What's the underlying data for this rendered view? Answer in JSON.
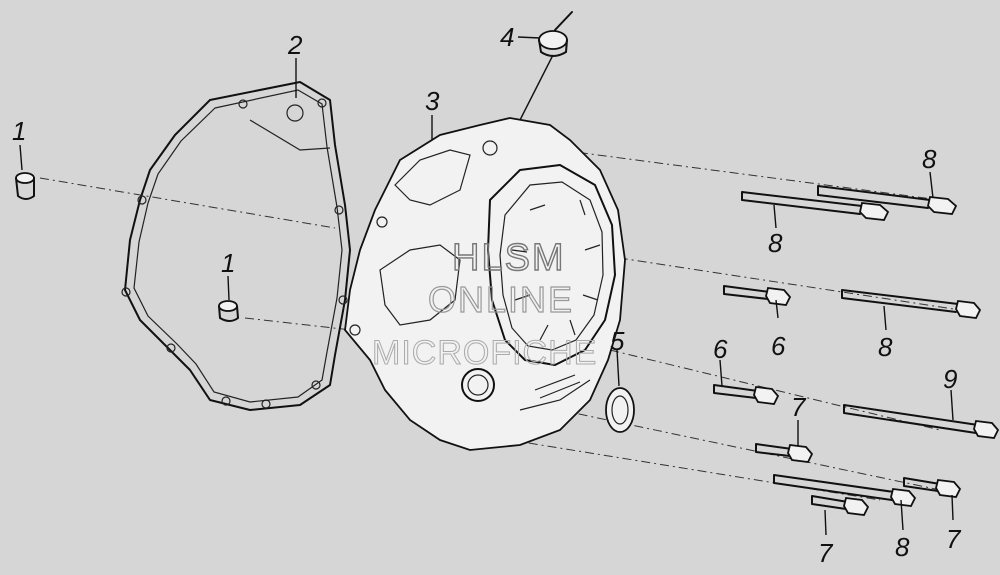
{
  "diagram": {
    "watermark": {
      "line1": "HLSM",
      "line2": "ONLINE",
      "line3": "MICROFICHE"
    },
    "callouts": {
      "c1a": "1",
      "c1b": "1",
      "c2": "2",
      "c3": "3",
      "c4": "4",
      "c5": "5",
      "c6a": "6",
      "c6b": "6",
      "c7a": "7",
      "c7b": "7",
      "c7c": "7",
      "c8a": "8",
      "c8b": "8",
      "c8c": "8",
      "c8d": "8",
      "c9": "9"
    }
  }
}
